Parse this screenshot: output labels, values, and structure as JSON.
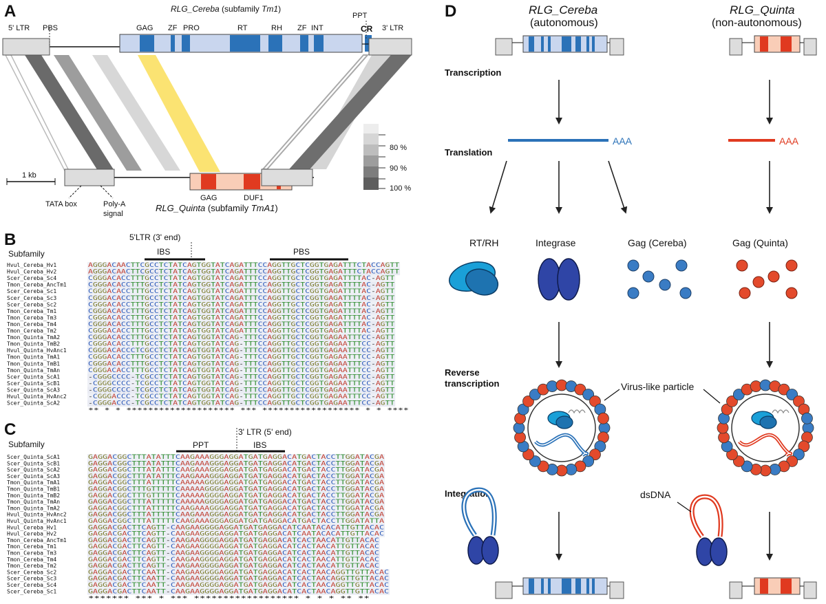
{
  "panels": {
    "a": "A",
    "b": "B",
    "c": "C",
    "d": "D"
  },
  "panel_a": {
    "title_name": "RLG_Cereba",
    "title_suffix": " (subfamily ",
    "title_sub": "Tm1",
    "title_close": ")",
    "labels": {
      "ltr5": "5' LTR",
      "pbs": "PBS",
      "gag": "GAG",
      "zf": "ZF",
      "pro": "PRO",
      "rt": "RT",
      "rh": "RH",
      "zf2": "ZF",
      "int": "INT",
      "ppt": "PPT",
      "cr": "CR",
      "ltr3": "3' LTR"
    },
    "scale_label": "1 kb",
    "tata": "TATA box",
    "polya_1": "Poly-A",
    "polya_2": "signal",
    "quinta_gag": "GAG",
    "quinta_duf": "DUF1",
    "bottom_name": "RLG_Quinta",
    "bottom_suffix": " (subfamily ",
    "bottom_sub": "TmA1",
    "bottom_close": ")",
    "legend": {
      "l80": "80 %",
      "l90": "90 %",
      "l100": "100 %"
    },
    "colors": {
      "cereba_blue": "#2b72b8",
      "cereba_light": "#c9d6ee",
      "quinta_red": "#e03a20",
      "quinta_light": "#f9cdb7",
      "gag_yellow": "#fbe372"
    }
  },
  "panel_b": {
    "subfamily": "Subfamily",
    "ltr_end": "5'LTR (3' end)",
    "ibs": "IBS",
    "pbs": "PBS",
    "rows": [
      {
        "name": "Hvul_Cereba_Hv1",
        "seq": "AGGGACAACTTCGCCTCTATCAGTGGTATCAGATTTCCAGGTTGCTCGGTGAGATTTCTACCAGTT"
      },
      {
        "name": "Hvul_Cereba_Hv2",
        "seq": "AGGGACAACTTCGCCTCTATCAGTGGTATCAGATTTCCAGGTTGCTCGGTGAGATTTCTACCAGTT"
      },
      {
        "name": "Scer_Cereba_Sc4",
        "seq": "CGGGACACCTTTGCCTCTATCAGTGGTATCAGATTTCCAGGTTGCTCGGTGAGATTTTAC-AGTT"
      },
      {
        "name": "Tmon_Cereba_AncTm1",
        "seq": "CGGGACACCTTTGCCTCTATCAGTGGTATCAGATTTCCAGGTTGCTCGGTGAGATTTTAC-AGTT"
      },
      {
        "name": "Scer_Cereba_Sc1",
        "seq": "CGGGACACCTTTGCCTCTATCAGTGGTATCAGATTTCCAGGTTGCTCGGTGAGATTTTAC-AGTT"
      },
      {
        "name": "Scer_Cereba_Sc3",
        "seq": "CGGGACACCTTTGCCTCTATCAGTGGTATCAGATTTCCAGGTTGCTCGGTGAGATTTTAC-AGTT"
      },
      {
        "name": "Scer_Cereba_Sc2",
        "seq": "CGGGACACCTTTGCCTCTATCAGTGGTATCAGATTTCCAGGTTGCTCGGTGAGATTTTAC-AGTT"
      },
      {
        "name": "Tmon_Cereba_Tm1",
        "seq": "CGGGACACCTTTGCCTCTATCAGTGGTATCAGATTTCCAGGTTGCTCGGTGAGATTTTAC-AGTT"
      },
      {
        "name": "Tmon_Cereba_Tm3",
        "seq": "CGGGACACCTTTGCCTCTATCAGTGGTATCAGATTTCCAGGTTGCTCGGTGAGATTTTAC-AGTT"
      },
      {
        "name": "Tmon_Cereba_Tm4",
        "seq": "CGGGACACCTTTGCCTCTATCAGTGGTATCAGATTTCCAGGTTGCTCGGTGAGATTTTAC-AGTT"
      },
      {
        "name": "Tmon_Cereba_Tm2",
        "seq": "CGGGACACCTTTGCCTCTATCAGTGGTATCAGATTTCCAGGTTGCTCGGTGAGATTTTAC-AGTT"
      },
      {
        "name": "Tmon_Quinta_TmA2",
        "seq": "CGGGACACCTTTGCCTCTATCAGTGGTATCAG-TTTCCAGGTTGCTCGGTGAGAATTTCC-AGTT"
      },
      {
        "name": "Tmon_Quinta_TmB2",
        "seq": "CGGGACACCTTTGCCTCTATCAGTGGTATCAG-TTTCCAGGTTGCTCGGTGAGAATTTCC-AGTT"
      },
      {
        "name": "Hvul_Quinta_HvAnc1",
        "seq": "CGGGACACCCTCGCCTCTATCAGTGGTATCAG-TTTCCAGGTTGCTCGGTGAGAATTTCC-AGTT"
      },
      {
        "name": "Tmon_Quinta_TmA1",
        "seq": "CGGGACACCTTTGCCTCTATCAGTGGTATCAG-TTTCCAGGTTGCTCGGTGAGAATTTCC-AGTT"
      },
      {
        "name": "Tmon_Quinta_TmB1",
        "seq": "CGGGACACCTTTGCCTCTATCAGTGGTATCAG-TTTCCAGGTTGCTCGGTGAGAATTTCC-AGTT"
      },
      {
        "name": "Tmon_Quinta_TmAn",
        "seq": "CGGGACACCTTTGCCTCTATCAGTGGTATCAG-TTTCCAGGTTGCTCGGTGAGAATTTCC-AGTT"
      },
      {
        "name": "Scer_Quinta_ScA1",
        "seq": "-CGGGCCCC-TCGCCTCTATCAGTGGTATCAG-TTTCCAGGTTGCTCGGTGAGAATTTCC-AGTT"
      },
      {
        "name": "Scer_Quinta_ScB1",
        "seq": "-CGGGCCCC-TCGCCTCTATCAGTGGTATCAG-TTTCCAGGTTGCTCGGTGAGAATTTCC-AGTT"
      },
      {
        "name": "Scer_Quinta_ScA3",
        "seq": "-CGGGCCCC-TCGCCTCTATCAGTGGTATCAG-TTTCCAGGTTGCTCGGTGAGAATTTCC-AGTT"
      },
      {
        "name": "Hvul_Quinta_HvAnc2",
        "seq": "-CGGGACCC-TCGCCTCTATCAGTGGTATCAG-TTTCCAGGTTGCTCGGTGAGAATTTCC-AGTT"
      },
      {
        "name": "Scer_Quinta_ScA2",
        "seq": "-CGGGACCC-TCGCCTCTATCAGTGGTATCAG-TTTCCAGGTTGCTCGGTGAGAATTTCC-AGTT"
      }
    ],
    "consensus": " **     * *  ******************** ***  ******************  *  * ****"
  },
  "panel_c": {
    "subfamily": "Subfamily",
    "ltr_end": "3' LTR (5' end)",
    "ppt": "PPT",
    "ibs": "IBS",
    "rows": [
      {
        "name": "Scer_Quinta_ScA1",
        "seq": "GAGGACGGCTTTATATTTCAAGAAAGGGAGGATGATGAGGACATGACTACCTTGGATACGA"
      },
      {
        "name": "Scer_Quinta_ScB1",
        "seq": "GAGGACGGCTTTATATTTCAAGAAAGGGAGGATGATGAGGACATGACTACCTTGGATACGA"
      },
      {
        "name": "Scer_Quinta_ScA2",
        "seq": "GAGGACGGCTTTATATTTCAAGAAAGGGAGGATGATGAGGACATGACTACCTTGGATACGA"
      },
      {
        "name": "Scer_Quinta_ScA3",
        "seq": "GAGGACGGCTTTATATTTCAAGAAAGGGAGGATGATGAGGACATGACTACCTTGGATACGA"
      },
      {
        "name": "Tmon_Quinta_TmA1",
        "seq": "GAGGACGGCTTTATTTTTCAAAAAGGGGAGGATGATGAGGACATGACTACCTTGGATACGA"
      },
      {
        "name": "Tmon_Quinta_TmB1",
        "seq": "GAGGACGGCTTTGTTTTTCAAAAAGGGGAGGATGATGAGGACATGACTACCTTGGATACGA"
      },
      {
        "name": "Tmon_Quinta_TmB2",
        "seq": "GAGGACGGCTTTGTTTTTCAAAAAGGGGAGGATGATGAGGACATGACTACCTTGGATACGA"
      },
      {
        "name": "Tmon_Quinta_TmAn",
        "seq": "GAGGACGGCTTTATTTTTCAAAAAGGGGAGGATGATGAGGACATGACTACCTTGGATACGA"
      },
      {
        "name": "Tmon_Quinta_TmA2",
        "seq": "GAGGACGGCTTTATTTTTCAAGAAAGGGAGGATGATGAGGACATGACTACCTTGGATACGA"
      },
      {
        "name": "Hvul_Quinta_HvAnc2",
        "seq": "GAGGACGGCTTTATTTTTCAAGAAAGGGAGGATGATGAGGACATGACTACCTTGGATACGA"
      },
      {
        "name": "Hvul_Quinta_HvAnc1",
        "seq": "GAGGACGGCTTTATTTTTCAAGAAAGGGAGGATGATGAGGACATGACTACCTTGGATATTA"
      },
      {
        "name": "Hvul_Cereba_Hv1",
        "seq": "GAGGACGACTTCAGTT-CAAGAAGGGGAGGATGATGAGGACATCAATACACATTGTTACAC"
      },
      {
        "name": "Hvul_Cereba_Hv2",
        "seq": "GAGGACGACTTCAGTT-CAAGAAGGGGAGGATGATGAGGACATCAATACACATTGTTACAC"
      },
      {
        "name": "Tmon_Cereba_AncTm1",
        "seq": "GAGGACGACTTCAGTT-CAAGAAGGGGAGGATGATGAGGACATCACTAACATTGTTACAC"
      },
      {
        "name": "Tmon_Cereba_Tm1",
        "seq": "GAGGACGACTTCAGTT-CAAGAAGGGGAGGATGATGAGGACATCACTAACATTGTTACAC"
      },
      {
        "name": "Tmon_Cereba_Tm3",
        "seq": "GAGGACGACTTCAGTT-CAAGAAGGGGAGGATGATGAGGACATCACTAACATTGTTACAC"
      },
      {
        "name": "Tmon_Cereba_Tm4",
        "seq": "GAGGACGACTTCAGTT-CAAGAAGGGGAGGATGATGAGGACATCACTAACATTGTTACAC"
      },
      {
        "name": "Tmon_Cereba_Tm2",
        "seq": "GAGGACGACTTCAGTT-CAAGAAGGGGAGGATGATGAGGACATCACTAACATTGTTACAC"
      },
      {
        "name": "Scer_Cereba_Sc2",
        "seq": "GAGGACGACTTCAATT-CAAGAAGGGGAGGATGATGAGGACATCACTAACAGGTTGTTACAC"
      },
      {
        "name": "Scer_Cereba_Sc3",
        "seq": "GAGGACGACTTCAATT-CAAGAAGGGGAGGATGATGAGGACATCACTAACAGGTTGTTACAC"
      },
      {
        "name": "Scer_Cereba_Sc4",
        "seq": "GAGGACGACTTCAATT-CAAGAAGGGGAGGATGATGAGGACATCACTAACAGGTTGTTACAC"
      },
      {
        "name": "Scer_Cereba_Sc1",
        "seq": "GAGGACGACTTCAATT-CAAGAAGGGGAGGATGATGAGGACATCACTAACAGGTTGTTACAC"
      }
    ],
    "consensus": "*******  ***   *  ***  ******************  *   * *  **  **"
  },
  "panel_d": {
    "cereba_name": "RLG_Cereba",
    "cereba_sub": "(autonomous)",
    "quinta_name": "RLG_Quinta",
    "quinta_sub": "(non-autonomous)",
    "steps": {
      "transcription": "Transcription",
      "translation": "Translation",
      "reverse_1": "Reverse",
      "reverse_2": "transcription",
      "integration": "Integration"
    },
    "aaa_cereba": "AAA",
    "aaa_quinta": "AAA",
    "proteins": {
      "rtrh": "RT/RH",
      "integrase": "Integrase",
      "gag_cereba": "Gag (Cereba)",
      "gag_quinta": "Gag (Quinta)"
    },
    "vlp": "Virus-like particle",
    "dsdna": "dsDNA"
  }
}
